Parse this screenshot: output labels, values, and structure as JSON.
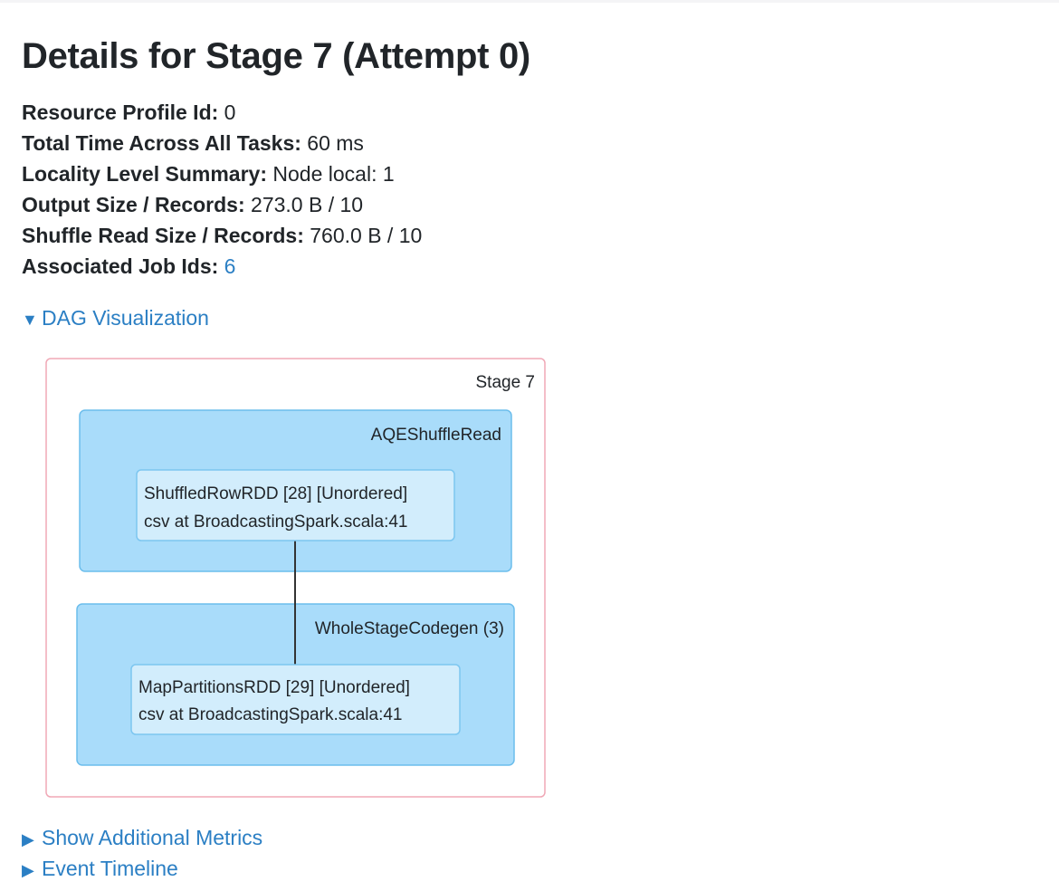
{
  "page": {
    "title": "Details for Stage 7 (Attempt 0)"
  },
  "summary": {
    "items": [
      {
        "label": "Resource Profile Id:",
        "value": "0"
      },
      {
        "label": "Total Time Across All Tasks:",
        "value": "60 ms"
      },
      {
        "label": "Locality Level Summary:",
        "value": "Node local: 1"
      },
      {
        "label": "Output Size / Records:",
        "value": "273.0 B / 10"
      },
      {
        "label": "Shuffle Read Size / Records:",
        "value": "760.0 B / 10"
      },
      {
        "label": "Associated Job Ids:",
        "value": "6"
      }
    ]
  },
  "toggles": {
    "dag": {
      "icon": "caret-down-icon",
      "label": "DAG Visualization",
      "expanded": true
    },
    "metrics": {
      "icon": "caret-right-icon",
      "label": "Show Additional Metrics",
      "expanded": false
    },
    "timeline": {
      "icon": "caret-right-icon",
      "label": "Event Timeline",
      "expanded": false
    }
  },
  "dag": {
    "stage_label": "Stage 7",
    "clusters": [
      {
        "label": "AQEShuffleRead",
        "node": {
          "line1": "ShuffledRowRDD [28] [Unordered]",
          "line2": "csv at BroadcastingSpark.scala:41"
        }
      },
      {
        "label": "WholeStageCodegen (3)",
        "node": {
          "line1": "MapPartitionsRDD [29] [Unordered]",
          "line2": "csv at BroadcastingSpark.scala:41"
        }
      }
    ]
  },
  "colors": {
    "link": "#2b7fc4",
    "stage_border": "#f0a8b6",
    "cluster_fill": "#a9dcfa",
    "cluster_border": "#6bbdec",
    "node_fill": "#d2edfc",
    "node_border": "#7cc6f0",
    "edge": "#333333"
  }
}
